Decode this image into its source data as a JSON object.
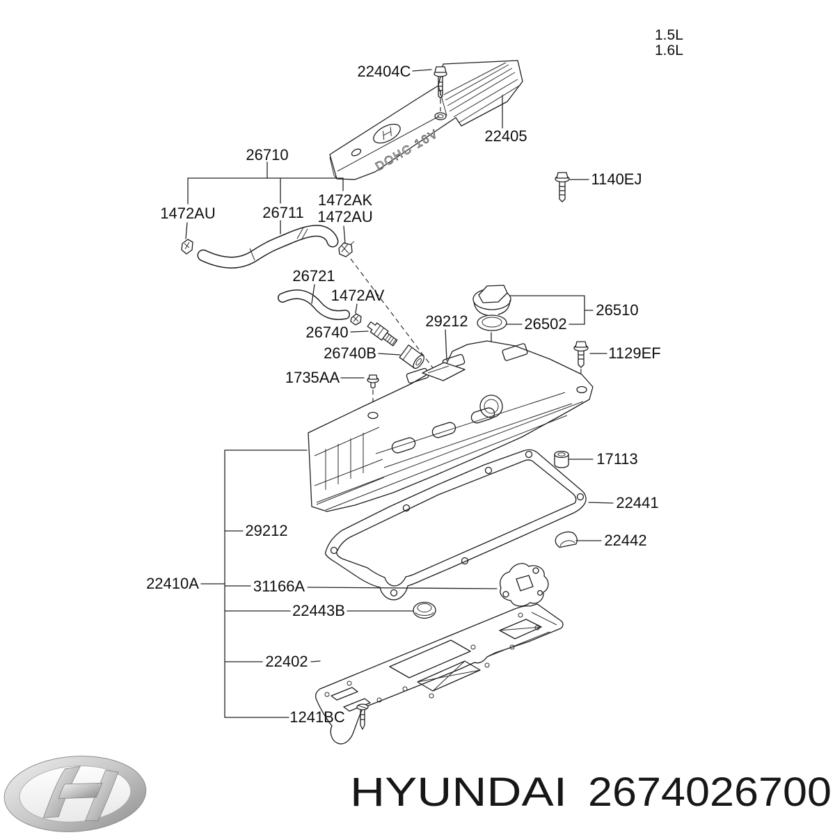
{
  "variants": {
    "line1": "1.5L",
    "line2": "1.6L"
  },
  "callouts": {
    "c22404C": "22404C",
    "c22405": "22405",
    "c1140EJ": "1140EJ",
    "c26710": "26710",
    "c1472AU_left": "1472AU",
    "c26711": "26711",
    "c1472AK": "1472AK",
    "c1472AU_right": "1472AU",
    "c26721": "26721",
    "c1472AV": "1472AV",
    "c26740": "26740",
    "c26740B": "26740B",
    "c1735AA": "1735AA",
    "c29212_upper": "29212",
    "c26502": "26502",
    "c26510": "26510",
    "c1129EF": "1129EF",
    "c17113": "17113",
    "c22441": "22441",
    "c22442": "22442",
    "c29212_left": "29212",
    "c22410A": "22410A",
    "c31166A": "31166A",
    "c22443B": "22443B",
    "c22402": "22402",
    "c1241BC": "1241BC"
  },
  "engine_cover": {
    "embossed_text": "DOHC 16V"
  },
  "footer": {
    "brand": "HYUNDAI",
    "part_number": "2674026700"
  }
}
